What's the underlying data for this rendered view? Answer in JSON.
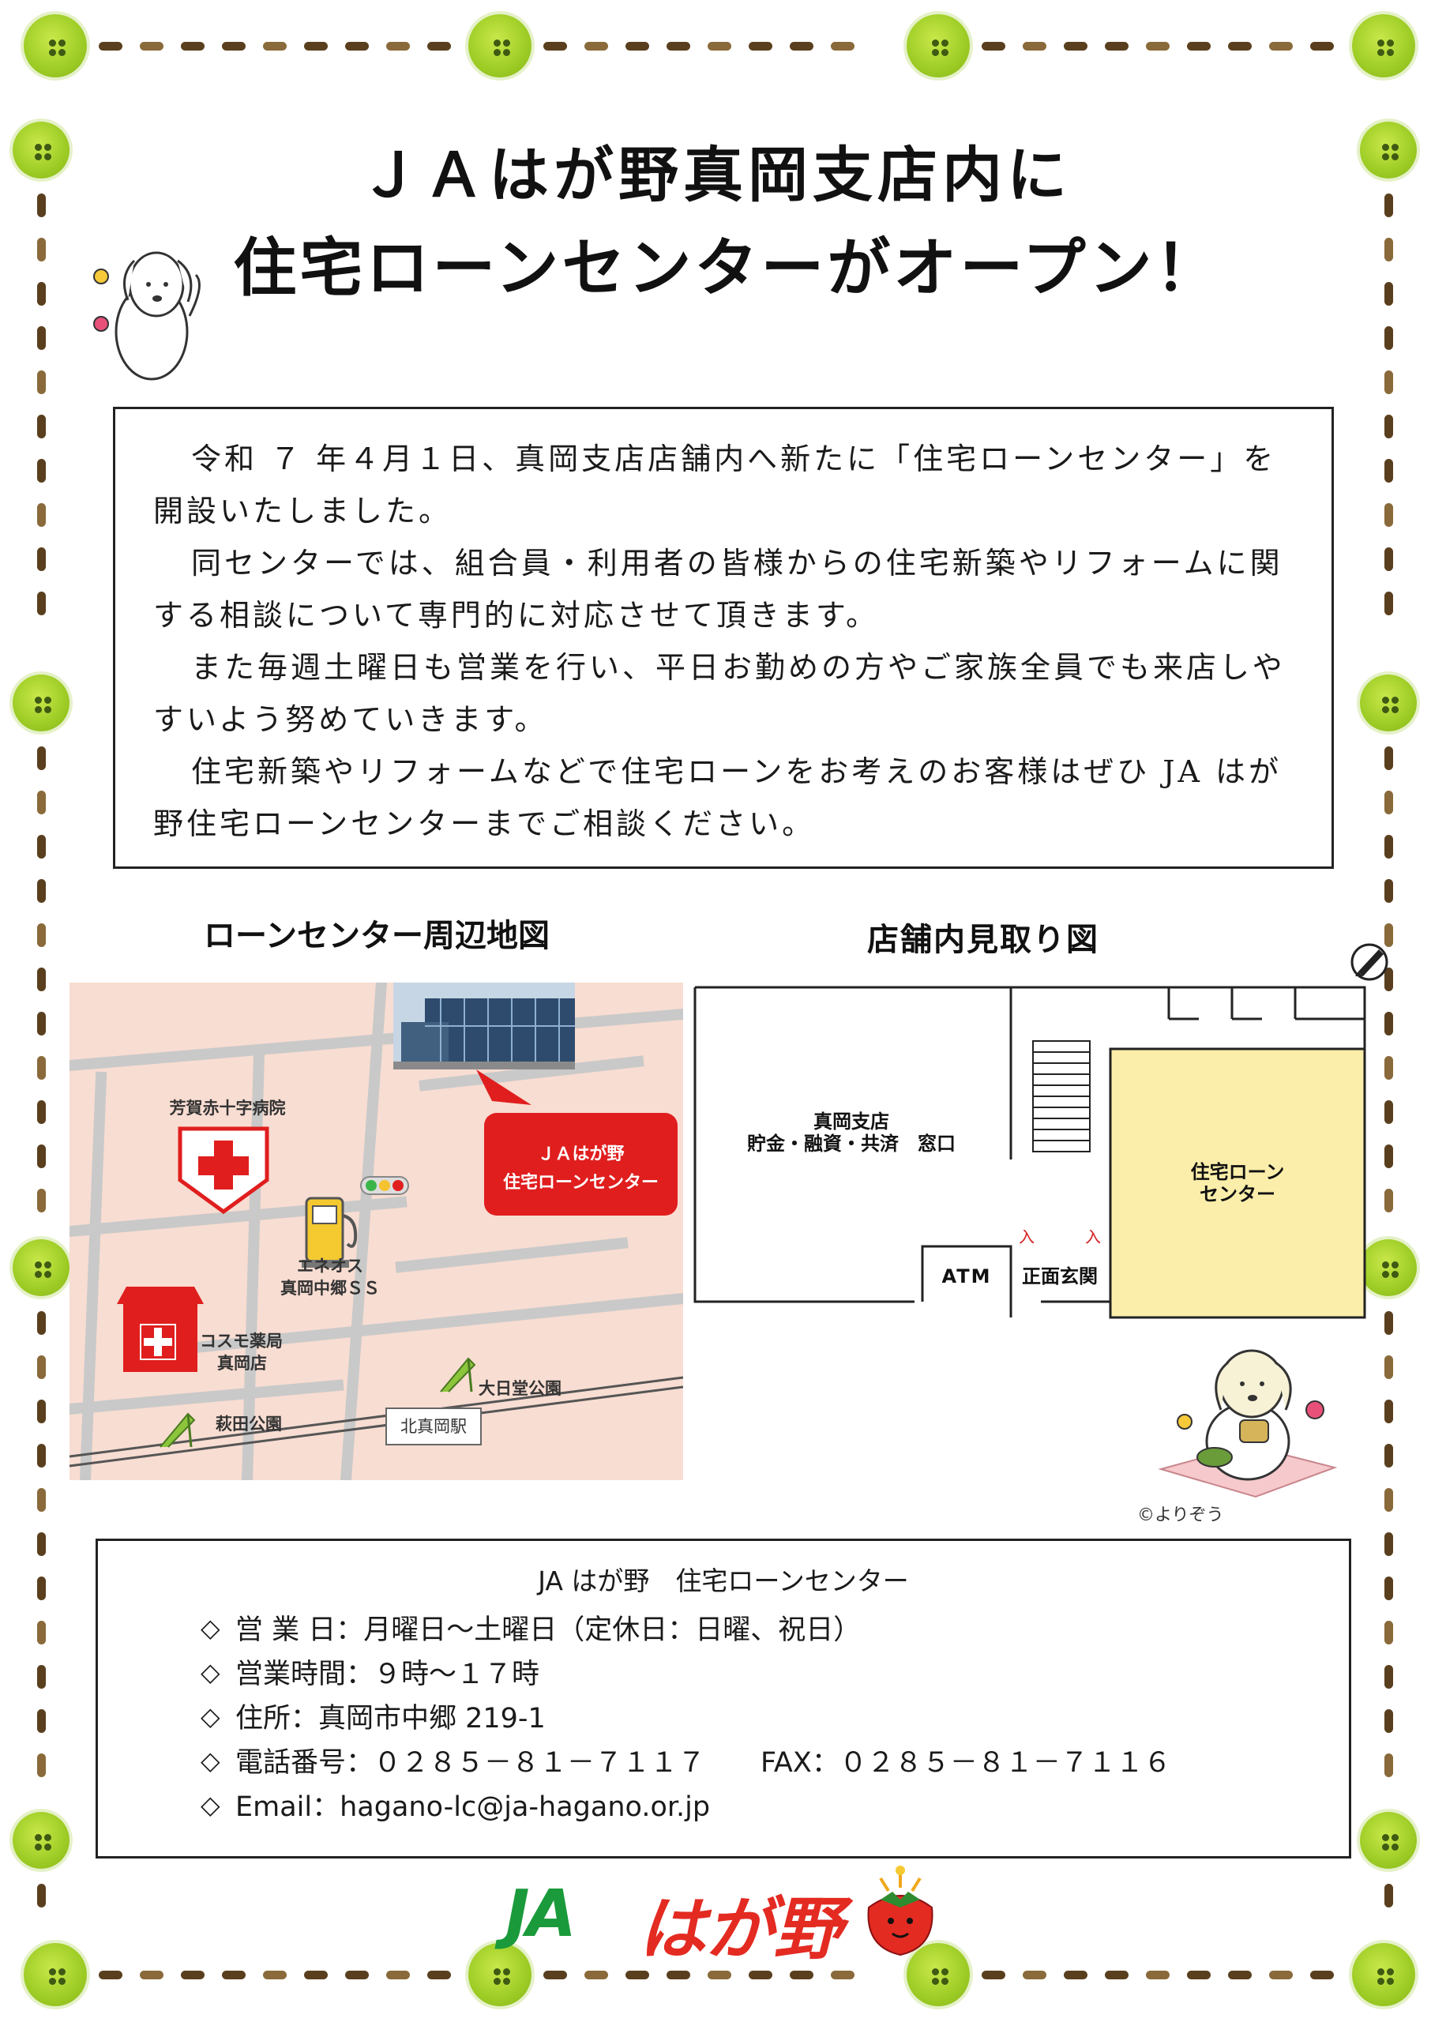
{
  "title": {
    "line1": "ＪＡはが野真岡支店内に",
    "line2": "住宅ローンセンターがオープン！"
  },
  "intro": {
    "paragraphs": [
      "令和 ７ 年４月１日、真岡支店店舗内へ新たに「住宅ローンセンター」を開設いたしました。",
      "同センターでは、組合員・利用者の皆様からの住宅新築やリフォームに関する相談について専門的に対応させて頂きます。",
      "また毎週土曜日も営業を行い、平日お勤めの方やご家族全員でも来店しやすいよう努めていきます。",
      "住宅新築やリフォームなどで住宅ローンをお考えのお客様はぜひ JA はが野住宅ローンセンターまでご相談ください。"
    ]
  },
  "map": {
    "title": "ローンセンター周辺地図",
    "callout": [
      "ＪＡはが野",
      "住宅ローンセンター"
    ],
    "hospital": "芳賀赤十字病院",
    "gas_station": [
      "エネオス",
      "真岡中郷ＳＳ"
    ],
    "pharmacy": [
      "コスモ薬局",
      "真岡店"
    ],
    "park1": "大日堂公園",
    "park2": "萩田公園",
    "station": "北真岡駅"
  },
  "floor_plan": {
    "title": "店舗内見取り図",
    "branch": [
      "真岡支店",
      "貯金・融資・共済　窓口"
    ],
    "loan_center": [
      "住宅ローン",
      "センター"
    ],
    "atm": "ATM",
    "entrance": "正面玄関",
    "door_mark": "入"
  },
  "copyright": "©よりぞう",
  "info": {
    "heading": "JA はが野　住宅ローンセンター",
    "bullet": "◇",
    "rows": [
      "営 業 日：月曜日～土曜日（定休日：日曜、祝日）",
      "営業時間：９時～１７時",
      "住所：真岡市中郷 219-1",
      "電話番号：０２８５－８１－７１１７　　FAX：０２８５－８１－７１１６",
      "Email：hagano-lc@ja-hagano.or.jp"
    ]
  },
  "logo": {
    "ja": "JA",
    "name": "はが野"
  },
  "colors": {
    "border_green": "#9dcc25",
    "border_brown": "#5a3f1e",
    "map_bg": "#f8ddd2",
    "callout_red": "#e01e1e",
    "loan_center_fill": "#fbeeaa",
    "logo_green": "#1a9a3a",
    "logo_red": "#e32b22"
  }
}
